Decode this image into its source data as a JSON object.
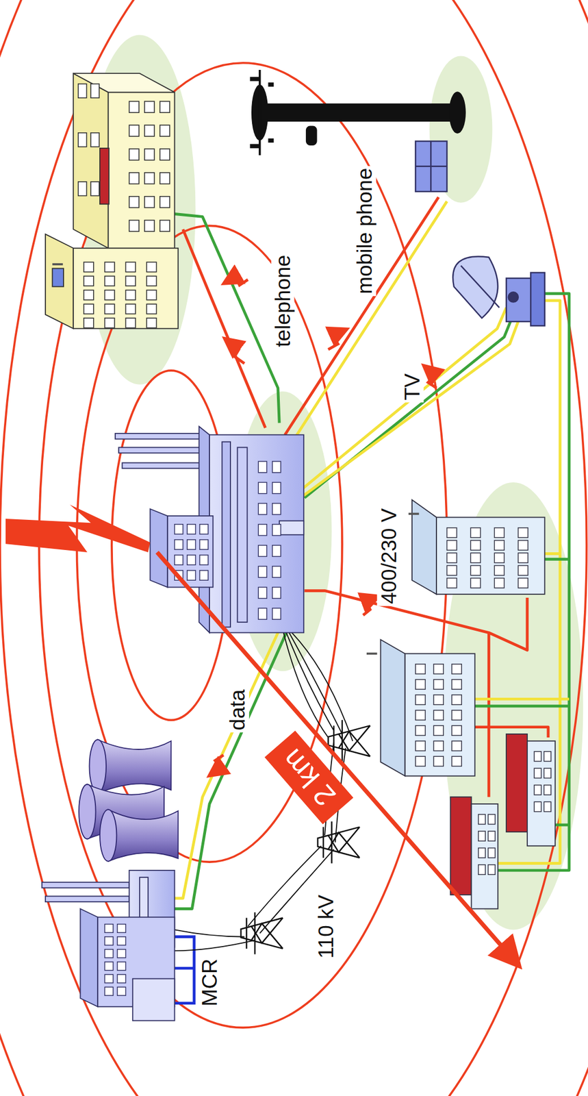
{
  "diagram": {
    "nodes": [
      {
        "text": [
          "2 km"
        ]
      }
    ],
    "labels": [
      "telephone",
      "mobile phone",
      "TV",
      "400/230 V",
      "data",
      "110 kV",
      "MCR"
    ]
  }
}
